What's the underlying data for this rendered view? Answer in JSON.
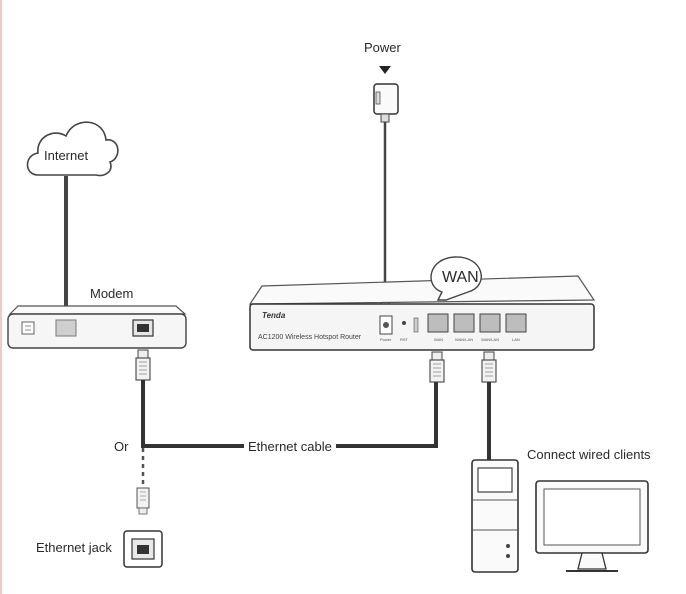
{
  "labels": {
    "power": "Power",
    "internet": "Internet",
    "modem": "Modem",
    "wan": "WAN",
    "or": "Or",
    "ethernet_cable": "Ethernet cable",
    "ethernet_jack": "Ethernet jack",
    "connect_wired_clients": "Connect wired clients"
  },
  "router": {
    "brand": "Tenda",
    "model_text": "AC1200 Wireless Hotspot Router",
    "port_captions": [
      "Power",
      "RST",
      "WAN",
      "WAN/LAN",
      "WAN/LAN",
      "LAN"
    ]
  },
  "colors": {
    "line": "#333333",
    "cable": "#444444",
    "device_fill": "#f4f4f4",
    "port_fill": "#bdbdbd"
  }
}
